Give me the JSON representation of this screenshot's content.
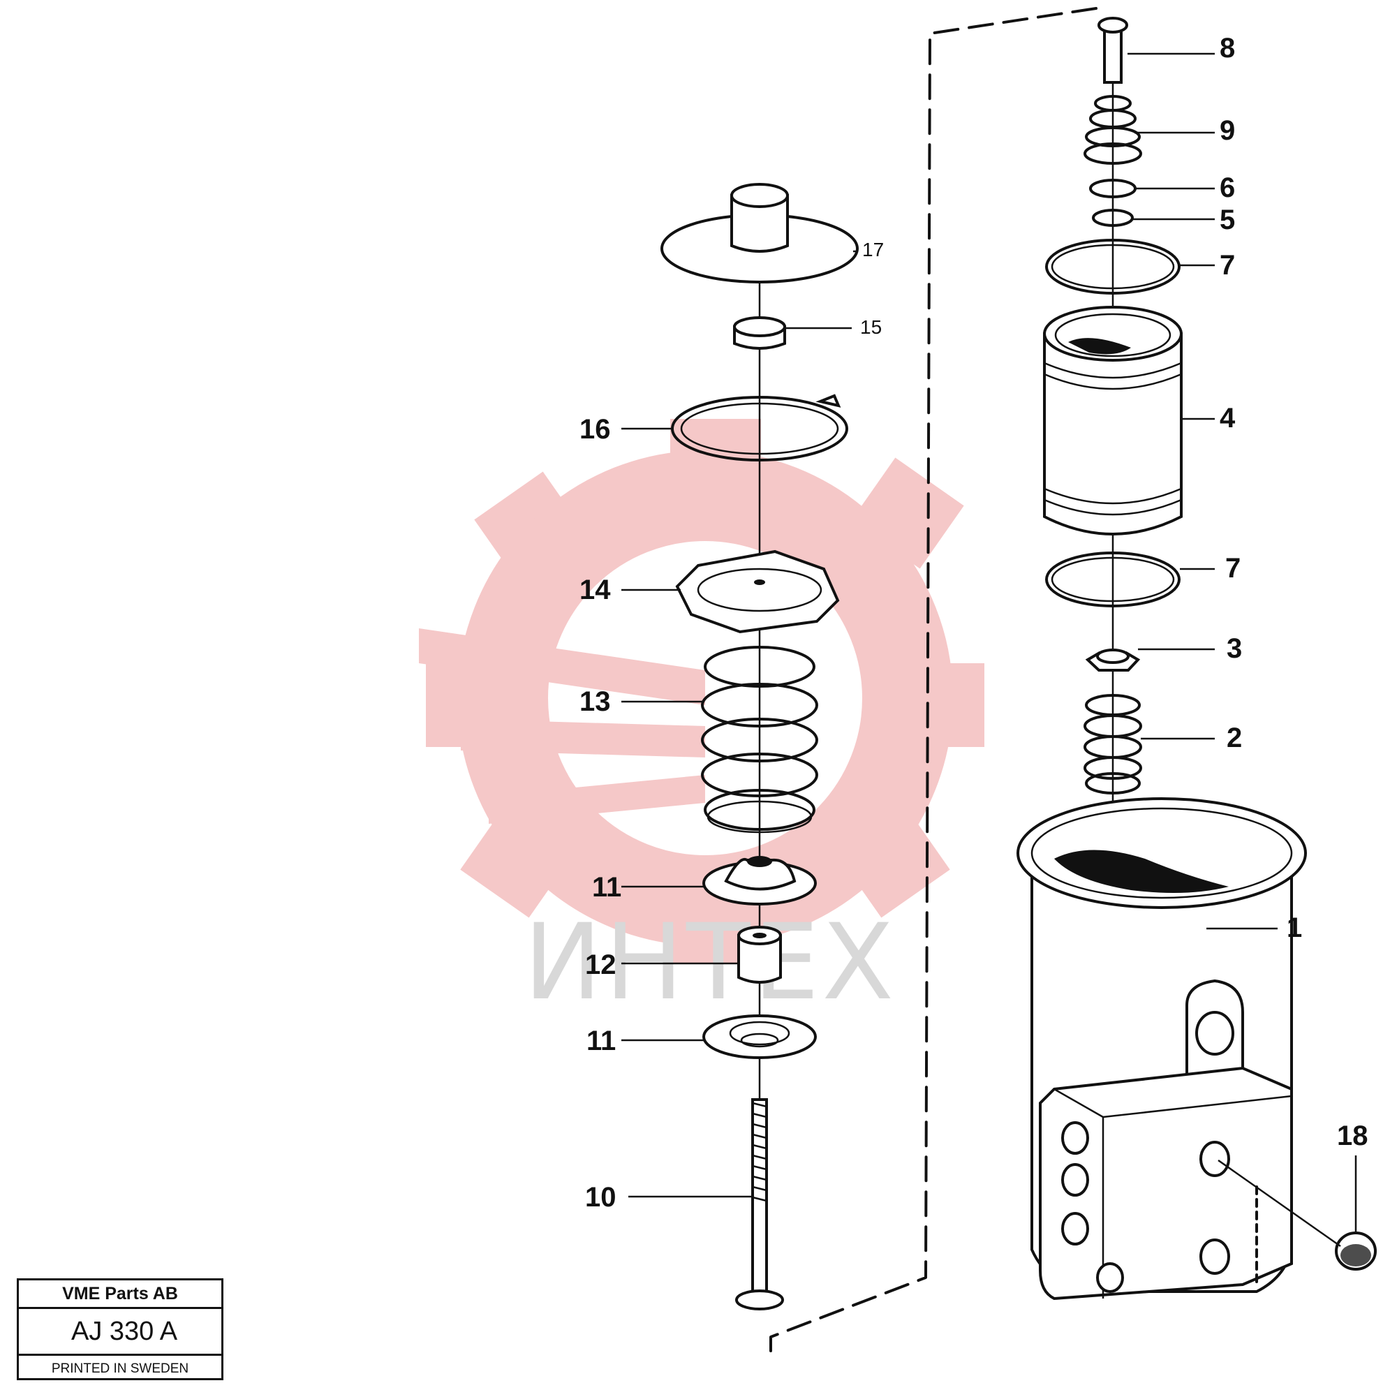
{
  "watermark": {
    "text": "ИНТЕХ",
    "gear_color": "#f5c6c6",
    "text_color": "#d8d8d8"
  },
  "callouts": [
    "1",
    "2",
    "3",
    "4",
    "5",
    "6",
    "7",
    "7",
    "8",
    "9",
    "10",
    "11",
    "11",
    "12",
    "13",
    "14",
    "15",
    "16",
    "17",
    "18"
  ],
  "stamp": {
    "company": "VME Parts AB",
    "code": "AJ 330  A",
    "printed": "PRINTED IN SWEDEN"
  }
}
